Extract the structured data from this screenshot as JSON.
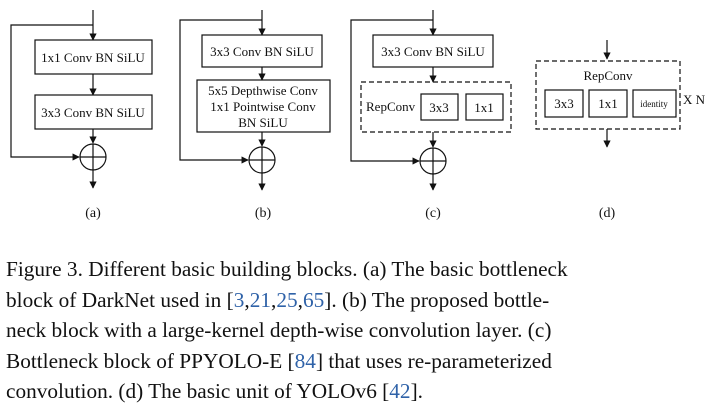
{
  "diagram": {
    "panel_a": {
      "block1": "1x1 Conv BN SiLU",
      "block2": "3x3 Conv BN SiLU",
      "label": "(a)"
    },
    "panel_b": {
      "block1": "3x3 Conv BN SiLU",
      "block2_lines": [
        "5x5 Depthwise Conv",
        "1x1 Pointwise Conv",
        "BN SiLU"
      ],
      "label": "(b)"
    },
    "panel_c": {
      "block1": "3x3 Conv BN SiLU",
      "repconv_label": "RepConv",
      "branch1": "3x3",
      "branch2": "1x1",
      "label": "(c)"
    },
    "panel_d": {
      "title": "RepConv",
      "branch1": "3x3",
      "branch2": "1x1",
      "branch3": "identity",
      "repeat": "X N",
      "label": "(d)"
    }
  },
  "caption": {
    "line1": "Figure 3. Different basic building blocks. (a) The basic bottleneck",
    "line2_pre": "block of DarkNet used in [",
    "refs": [
      "3",
      "21",
      "25",
      "65"
    ],
    "line2_post": "]. (b) The proposed bottle-",
    "line3": "neck block with a large-kernel depth-wise convolution layer. (c)",
    "line4_pre": "Bottleneck block of PPYOLO-E [",
    "ref_ppyoloe": "84",
    "line4_post": "] that uses re-parameterized",
    "line5_pre": "convolution. (d) The basic unit of YOLOv6 [",
    "ref_yolov6": "42",
    "line5_post": "]."
  }
}
